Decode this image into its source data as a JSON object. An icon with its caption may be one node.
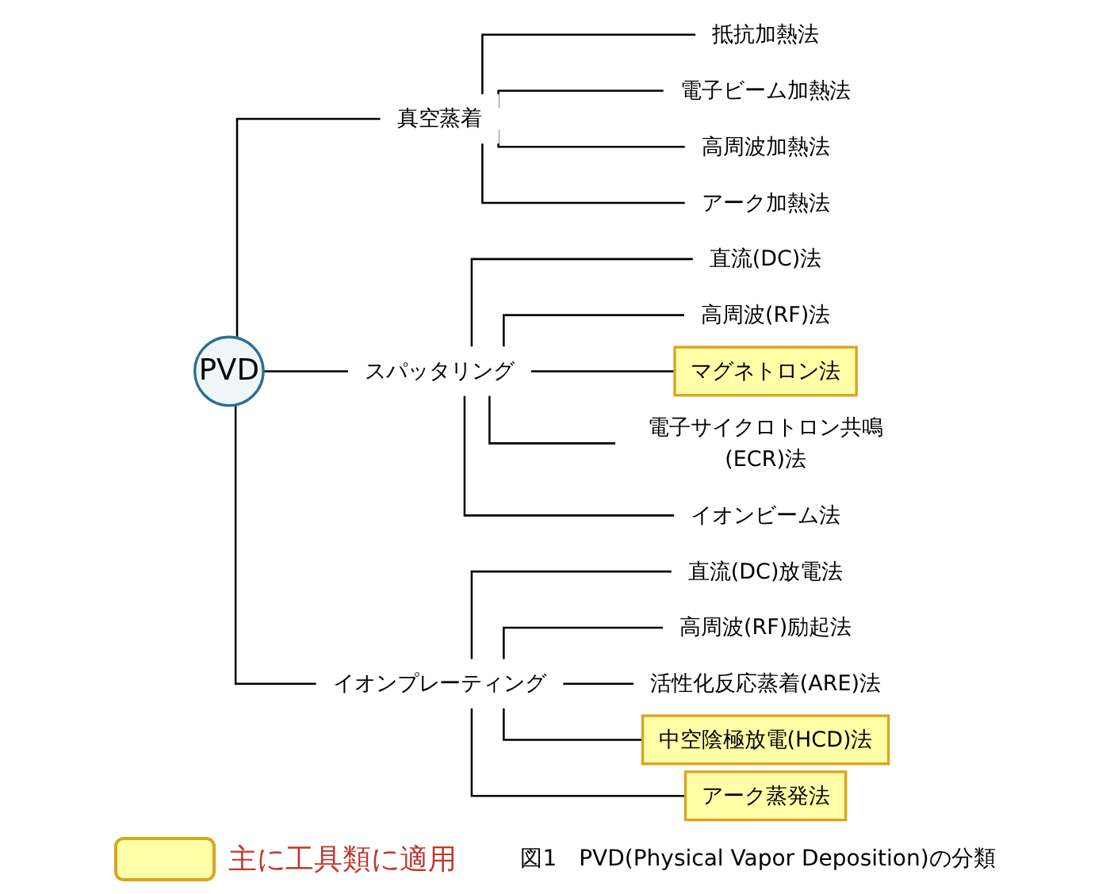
{
  "diagram": {
    "caption": "図1　PVD(Physical Vapor Deposition)の分類",
    "nodes": [
      {
        "text": [
          "PVD"
        ]
      },
      {
        "text": [
          "真空蒸着"
        ]
      },
      {
        "text": [
          "抵抗加熱法"
        ]
      },
      {
        "text": [
          "電子ビーム加熱法"
        ]
      },
      {
        "text": [
          "高周波加熱法"
        ]
      },
      {
        "text": [
          "アーク加熱法"
        ]
      },
      {
        "text": [
          "スパッタリング"
        ]
      },
      {
        "text": [
          "直流(DC)法"
        ]
      },
      {
        "text": [
          "高周波(RF)法"
        ]
      },
      {
        "text": [
          "マグネトロン法"
        ]
      },
      {
        "text": [
          "電子サイクロトロン共鳴(ECR)法"
        ]
      },
      {
        "text": [
          "イオンビーム法"
        ]
      },
      {
        "text": [
          "イオンプレーティング"
        ]
      },
      {
        "text": [
          "直流(DC)放電法"
        ]
      },
      {
        "text": [
          "高周波(RF)励起法"
        ]
      },
      {
        "text": [
          "活性化反応蒸着(ARE)法"
        ]
      },
      {
        "text": [
          "中空陰極放電(HCD)法"
        ]
      },
      {
        "text": [
          "アーク蒸発法"
        ]
      }
    ],
    "edges": [
      {
        "from": 0,
        "to": 1,
        "arrow": "none"
      },
      {
        "from": 1,
        "to": 2,
        "arrow": "none"
      },
      {
        "from": 1,
        "to": 3,
        "arrow": "none"
      },
      {
        "from": 1,
        "to": 4,
        "arrow": "none"
      },
      {
        "from": 1,
        "to": 5,
        "arrow": "none"
      },
      {
        "from": 0,
        "to": 6,
        "arrow": "none"
      },
      {
        "from": 6,
        "to": 7,
        "arrow": "none"
      },
      {
        "from": 6,
        "to": 8,
        "arrow": "none"
      },
      {
        "from": 6,
        "to": 9,
        "arrow": "none"
      },
      {
        "from": 6,
        "to": 10,
        "arrow": "none"
      },
      {
        "from": 6,
        "to": 11,
        "arrow": "none"
      },
      {
        "from": 0,
        "to": 12,
        "arrow": "none"
      },
      {
        "from": 12,
        "to": 13,
        "arrow": "none"
      },
      {
        "from": 12,
        "to": 14,
        "arrow": "none"
      },
      {
        "from": 12,
        "to": 15,
        "arrow": "none"
      },
      {
        "from": 12,
        "to": 16,
        "arrow": "none"
      },
      {
        "from": 12,
        "to": 17,
        "arrow": "none"
      }
    ],
    "legend": [
      {
        "text": "主に工具類に適用",
        "color": "#ffffa8"
      }
    ]
  }
}
